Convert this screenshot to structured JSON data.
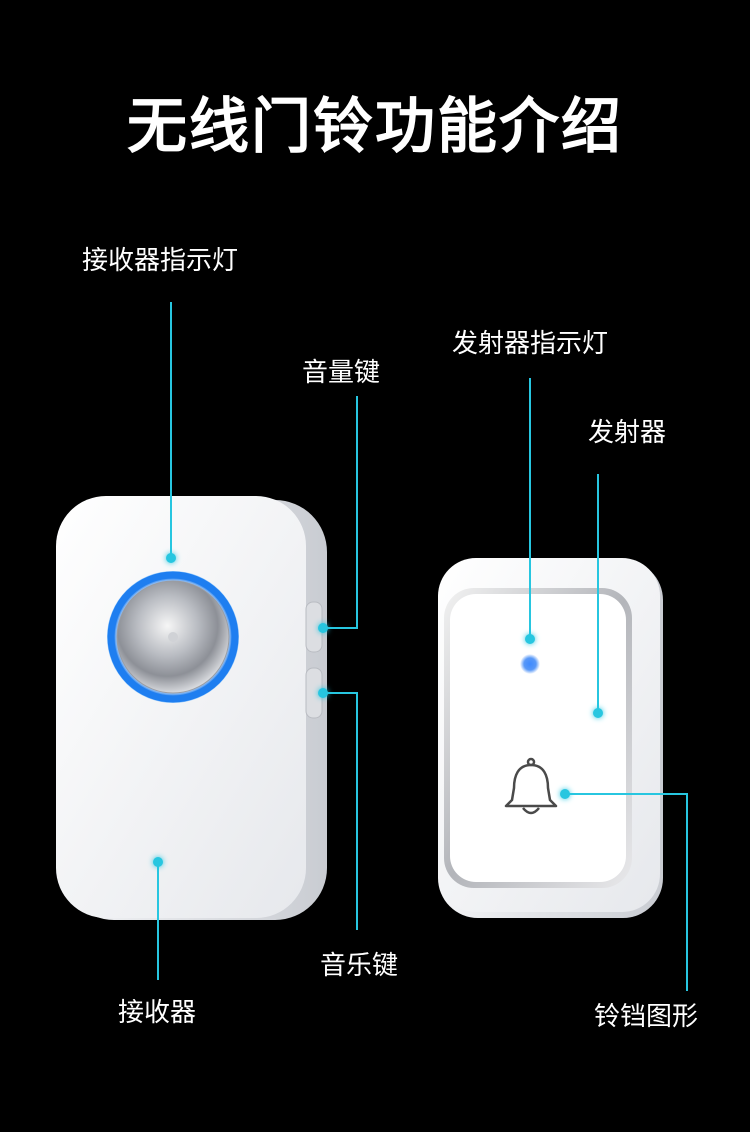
{
  "title": "无线门铃功能介绍",
  "labels": {
    "receiver_indicator": "接收器指示灯",
    "volume_key": "音量键",
    "transmitter_indicator": "发射器指示灯",
    "transmitter": "发射器",
    "music_key": "音乐键",
    "receiver": "接收器",
    "bell_graphic": "铃铛图形"
  },
  "colors": {
    "background": "#000000",
    "accent": "#27c6e0",
    "ring_blue": "#1e7ef0",
    "device_white": "#ffffff"
  },
  "icons": {
    "bell": "bell-icon"
  }
}
